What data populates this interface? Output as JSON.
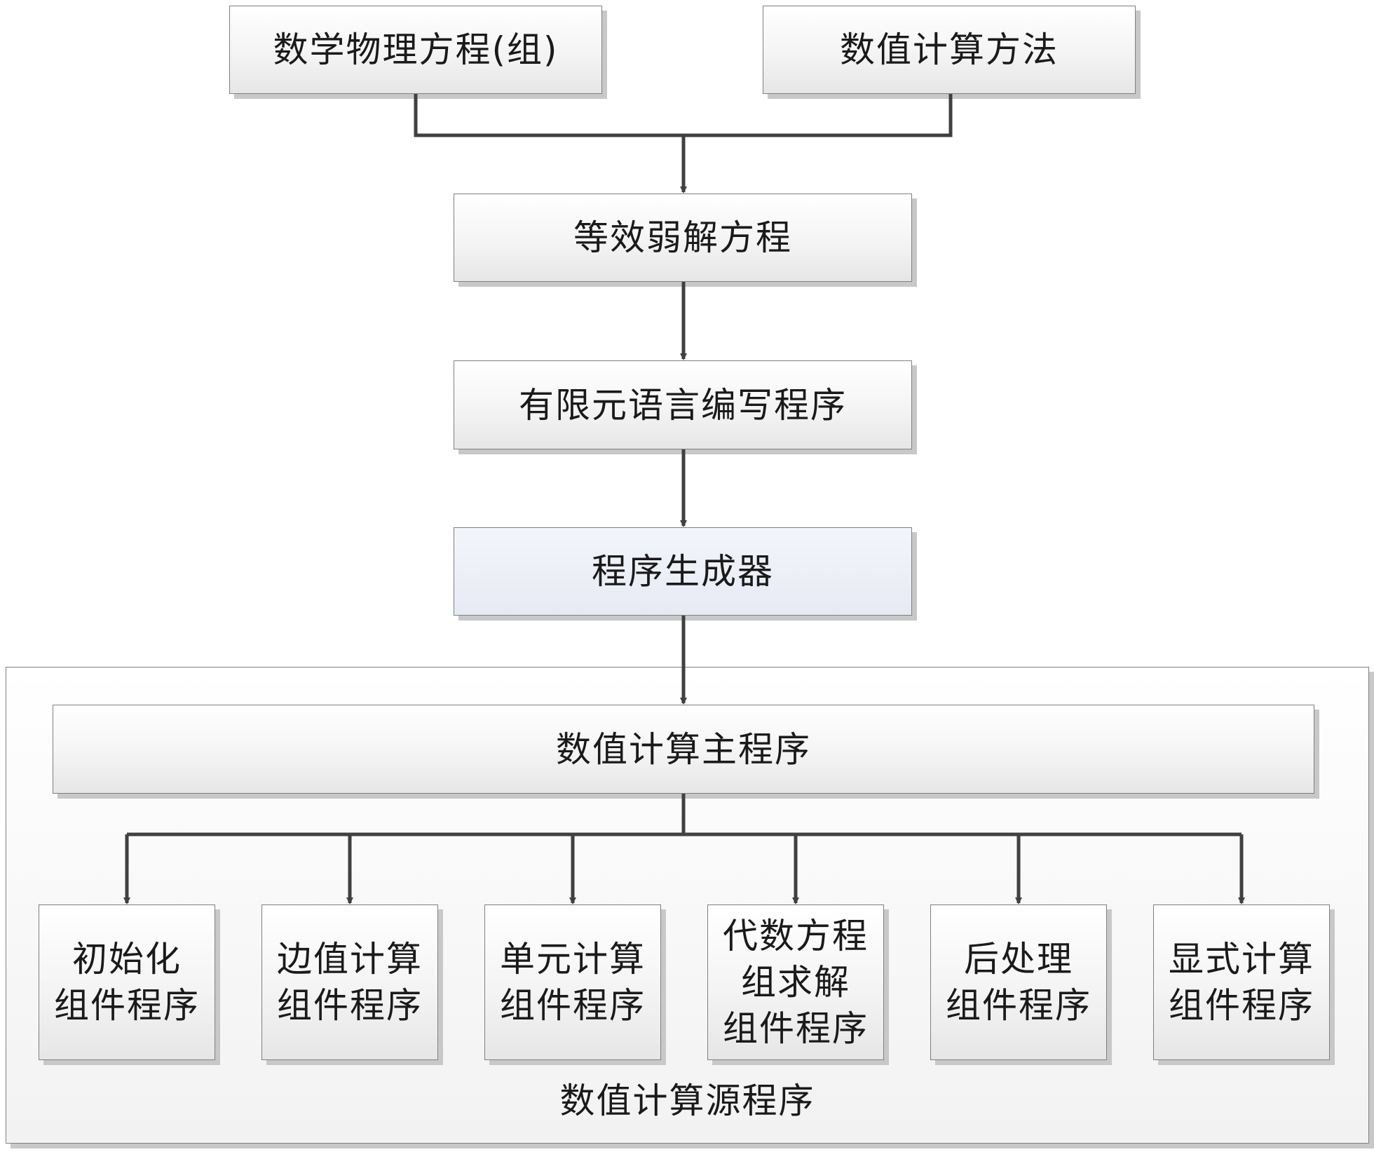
{
  "nodes": {
    "math_physics_equations": "数学物理方程(组)",
    "numerical_methods": "数值计算方法",
    "weak_form_equations": "等效弱解方程",
    "fem_language_program": "有限元语言编写程序",
    "program_generator": "程序生成器",
    "main_program": "数值计算主程序"
  },
  "components": [
    {
      "id": "init",
      "label": "初始化\n组件程序"
    },
    {
      "id": "boundary",
      "label": "边值计算\n组件程序"
    },
    {
      "id": "element",
      "label": "单元计算\n组件程序"
    },
    {
      "id": "algebraic",
      "label": "代数方程\n组求解\n组件程序"
    },
    {
      "id": "postprocess",
      "label": "后处理\n组件程序"
    },
    {
      "id": "explicit",
      "label": "显式计算\n组件程序"
    }
  ],
  "group_label": "数值计算源程序",
  "colors": {
    "border": "#7f7f7f",
    "arrow": "#404040",
    "shadow": "#c8c8c8"
  }
}
